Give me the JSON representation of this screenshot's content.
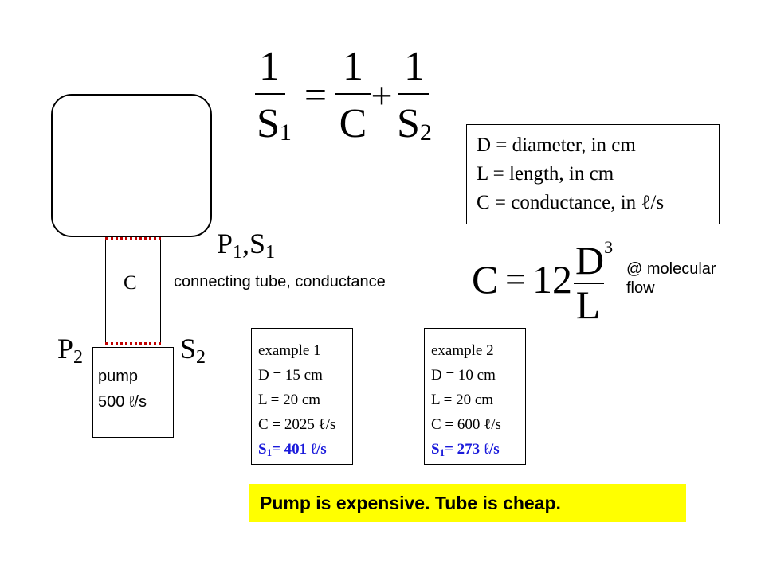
{
  "equations": {
    "series_speed": {
      "lhs_num": "1",
      "lhs_den": "S",
      "lhs_den_sub": "1",
      "eq": "=",
      "t1_num": "1",
      "t1_den": "C",
      "plus": "+",
      "t2_num": "1",
      "t2_den": "S",
      "t2_den_sub": "2"
    },
    "conductance": {
      "lhs": "C",
      "eq": "=",
      "coef": "12",
      "num": "D",
      "num_exp": "3",
      "den": "L"
    }
  },
  "labels": {
    "p1_s1": {
      "p": "P",
      "p_sub": "1",
      "comma": ",",
      "s": "S",
      "s_sub": "1"
    },
    "p2": {
      "p": "P",
      "p_sub": "2"
    },
    "s2": {
      "s": "S",
      "s_sub": "2"
    },
    "tube_c": "C",
    "tube_caption": "connecting tube, conductance",
    "pump_name": "pump",
    "pump_speed": "500 ℓ/s",
    "flow_regime_line1": "@ molecular",
    "flow_regime_line2": "flow"
  },
  "definitions": [
    "D = diameter, in cm",
    "L = length, in cm",
    "C = conductance, in ℓ/s"
  ],
  "examples": [
    {
      "title": "example 1",
      "d": "D = 15 cm",
      "l": "L = 20 cm",
      "c": "C = 2025 ℓ/s",
      "s_sym": "S",
      "s_sub": "1",
      "s_val": "= 401 ℓ/s"
    },
    {
      "title": "example 2",
      "d": "D = 10 cm",
      "l": "L = 20 cm",
      "c": "C = 600 ℓ/s",
      "s_sym": "S",
      "s_sub": "1",
      "s_val": "= 273 ℓ/s"
    }
  ],
  "banner": "Pump is expensive. Tube is cheap.",
  "colors": {
    "result_blue": "#1a1adb",
    "seal_red": "#c00000",
    "banner_yellow": "#ffff00"
  }
}
